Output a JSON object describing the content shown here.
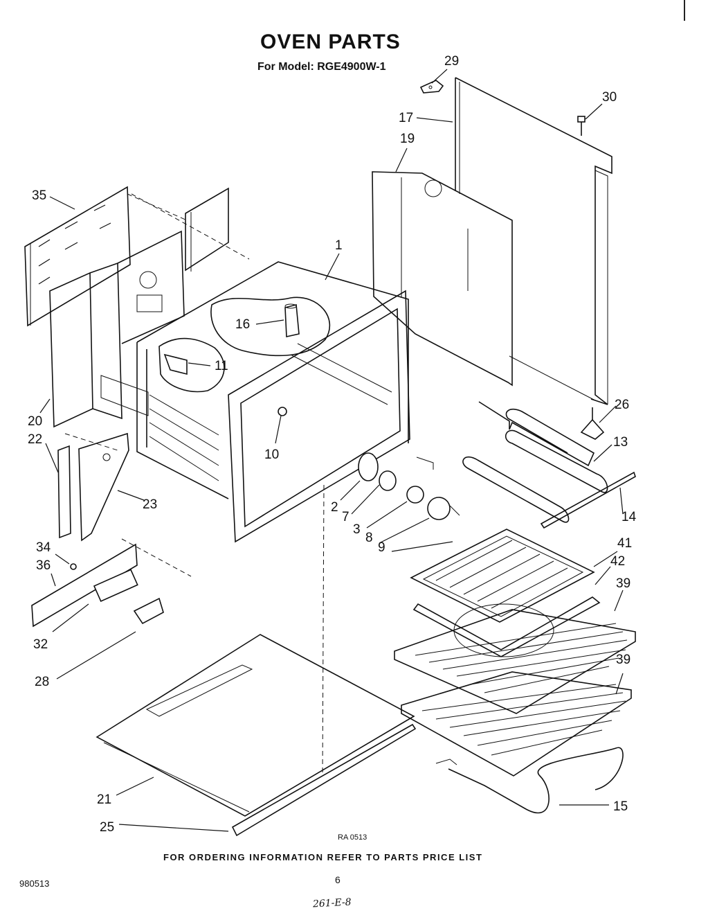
{
  "title": "OVEN PARTS",
  "model_line": "For Model: RGE4900W-1",
  "diagram_code": "RA 0513",
  "footer_note": "FOR ORDERING INFORMATION REFER TO PARTS PRICE LIST",
  "document_code": "980513",
  "page_number": "6",
  "handwritten_note": "261-E-8",
  "callouts": [
    "29",
    "30",
    "17",
    "19",
    "35",
    "1",
    "16",
    "11",
    "20",
    "22",
    "10",
    "26",
    "13",
    "2",
    "7",
    "14",
    "23",
    "3",
    "8",
    "9",
    "34",
    "36",
    "41",
    "42",
    "39",
    "32",
    "39",
    "28",
    "21",
    "15",
    "25"
  ]
}
